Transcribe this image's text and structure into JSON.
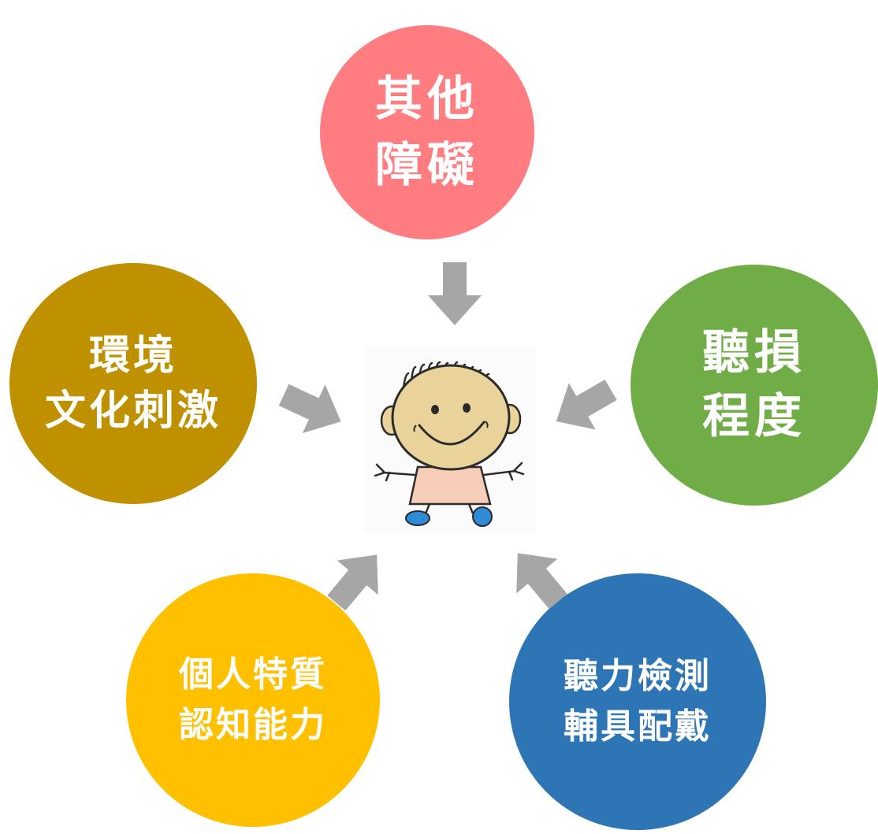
{
  "diagram": {
    "nodes": [
      {
        "id": "top",
        "lines": [
          "其他",
          "障礙"
        ],
        "color": "#FF7C80"
      },
      {
        "id": "left",
        "lines": [
          "環境",
          "文化刺激"
        ],
        "color": "#BF9000"
      },
      {
        "id": "right",
        "lines": [
          "聽損",
          "程度"
        ],
        "color": "#70AD47"
      },
      {
        "id": "bottom-left",
        "lines": [
          "個人特質",
          "認知能力"
        ],
        "color": "#FFC000"
      },
      {
        "id": "bottom-right",
        "lines": [
          "聽力檢測",
          "輔具配戴"
        ],
        "color": "#2E75B6"
      }
    ],
    "center": {
      "icon": "cartoon-child-icon"
    },
    "arrow_color": "#A6A6A6"
  }
}
